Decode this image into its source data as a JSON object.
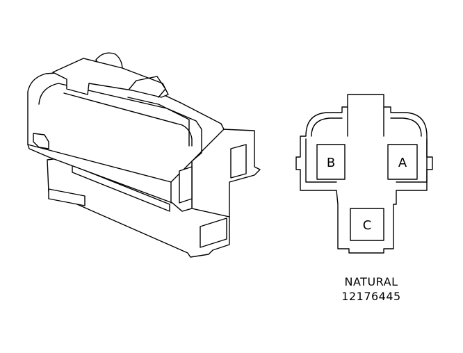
{
  "connector": {
    "color_name": "NATURAL",
    "part_number": "12176445",
    "cavities": [
      {
        "id": "B",
        "label": "B"
      },
      {
        "id": "A",
        "label": "A"
      },
      {
        "id": "C",
        "label": "C"
      }
    ]
  },
  "colors": {
    "line": "#000000",
    "background": "#ffffff"
  }
}
